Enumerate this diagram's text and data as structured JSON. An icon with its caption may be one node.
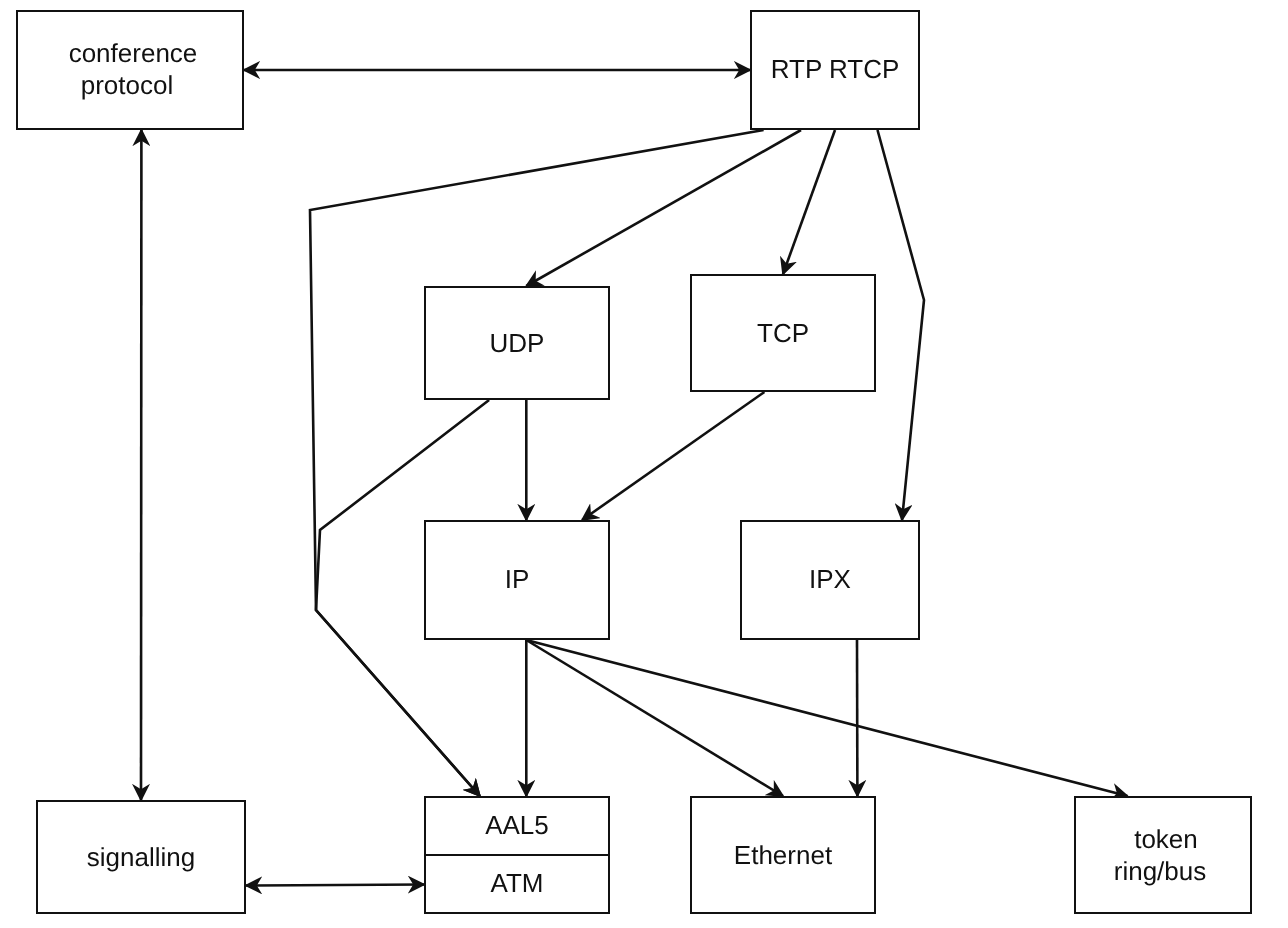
{
  "diagram": {
    "nodes": [
      {
        "text": [
          "conference protocol"
        ]
      },
      {
        "text": [
          "RTP RTCP"
        ]
      },
      {
        "text": [
          "UDP"
        ]
      },
      {
        "text": [
          "TCP"
        ]
      },
      {
        "text": [
          "IP"
        ]
      },
      {
        "text": [
          "IPX"
        ]
      },
      {
        "text": [
          "signalling"
        ]
      },
      {
        "text": [
          "AAL5",
          "ATM"
        ]
      },
      {
        "text": [
          "Ethernet"
        ]
      },
      {
        "text": [
          "token ring/bus"
        ]
      }
    ],
    "edges": [
      {
        "from": 0,
        "to": 1,
        "arrow": "both"
      },
      {
        "from": 0,
        "to": 6,
        "arrow": "both"
      },
      {
        "from": 6,
        "to": 7,
        "arrow": "both"
      },
      {
        "from": 1,
        "to": 2,
        "arrow": "to"
      },
      {
        "from": 1,
        "to": 3,
        "arrow": "to"
      },
      {
        "from": 1,
        "to": 5,
        "arrow": "to"
      },
      {
        "from": 1,
        "to": 7,
        "arrow": "to"
      },
      {
        "from": 2,
        "to": 7,
        "arrow": "to"
      },
      {
        "from": 2,
        "to": 4,
        "arrow": "to"
      },
      {
        "from": 3,
        "to": 4,
        "arrow": "to"
      },
      {
        "from": 4,
        "to": 7,
        "arrow": "to"
      },
      {
        "from": 4,
        "to": 8,
        "arrow": "to"
      },
      {
        "from": 4,
        "to": 9,
        "arrow": "to"
      },
      {
        "from": 5,
        "to": 8,
        "arrow": "to"
      }
    ]
  }
}
